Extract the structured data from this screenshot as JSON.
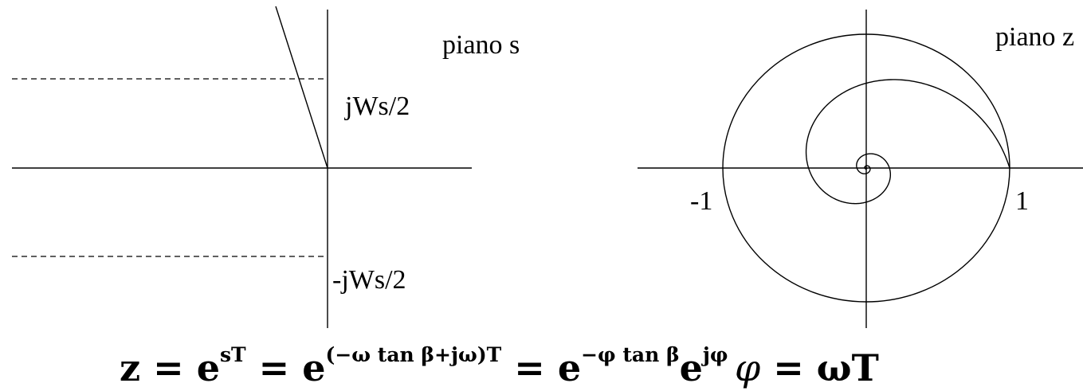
{
  "s_plane": {
    "title": "piano s",
    "upper_limit": "jWs/2",
    "lower_limit": "-jWs/2"
  },
  "z_plane": {
    "title": "piano z",
    "tick_left": "-1",
    "tick_right": "1"
  },
  "equation": {
    "lhs": "z = e",
    "exp1": "sT",
    "eq2": " = e",
    "exp2_a": "(−ω tan β+",
    "exp2_b": "jω",
    "exp2_c": ")T",
    "eq3": " = e",
    "exp3": "−φ tan β",
    "e4": "e",
    "exp4": "jφ"
  },
  "definition": {
    "phi": "φ",
    "rhs": " = ωT"
  }
}
